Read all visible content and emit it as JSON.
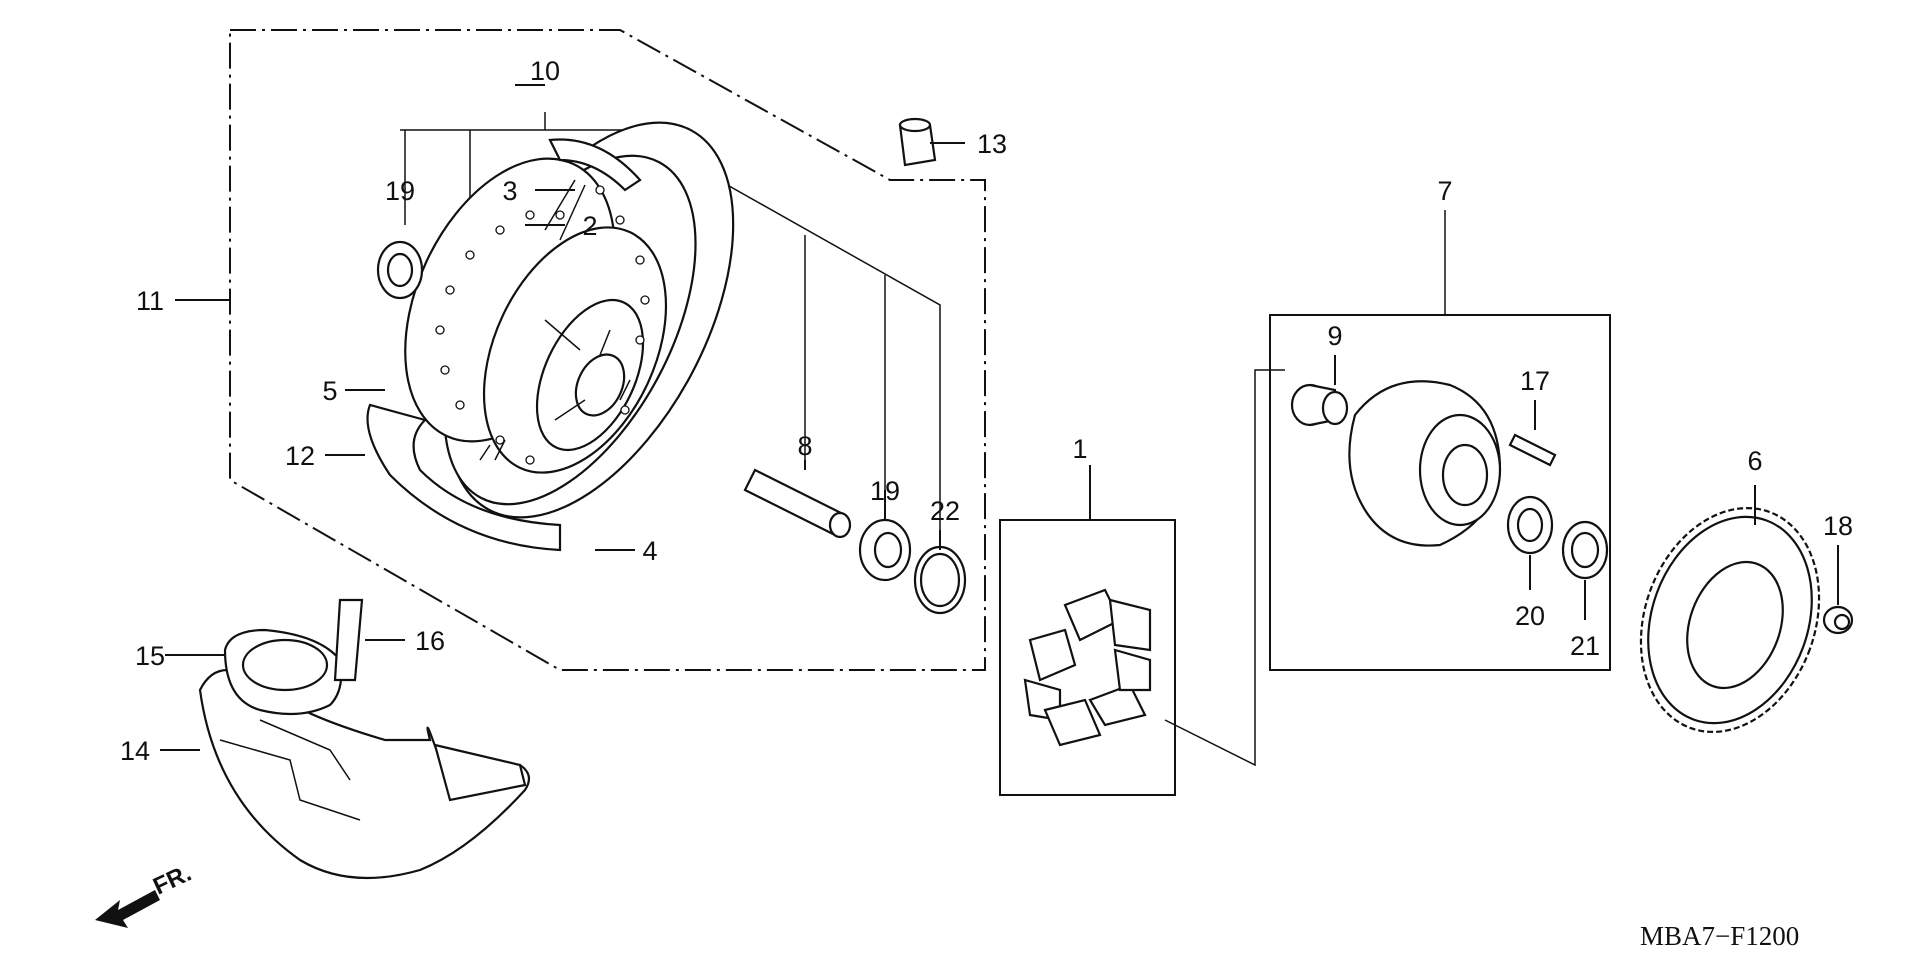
{
  "diagram": {
    "part_numbers": [
      "1",
      "2",
      "3",
      "4",
      "5",
      "6",
      "7",
      "8",
      "9",
      "10",
      "11",
      "12",
      "13",
      "14",
      "15",
      "16",
      "17",
      "18",
      "19",
      "19",
      "20",
      "21",
      "22"
    ],
    "front_arrow_label": "FR.",
    "diagram_code": "MBA7−F1200"
  }
}
